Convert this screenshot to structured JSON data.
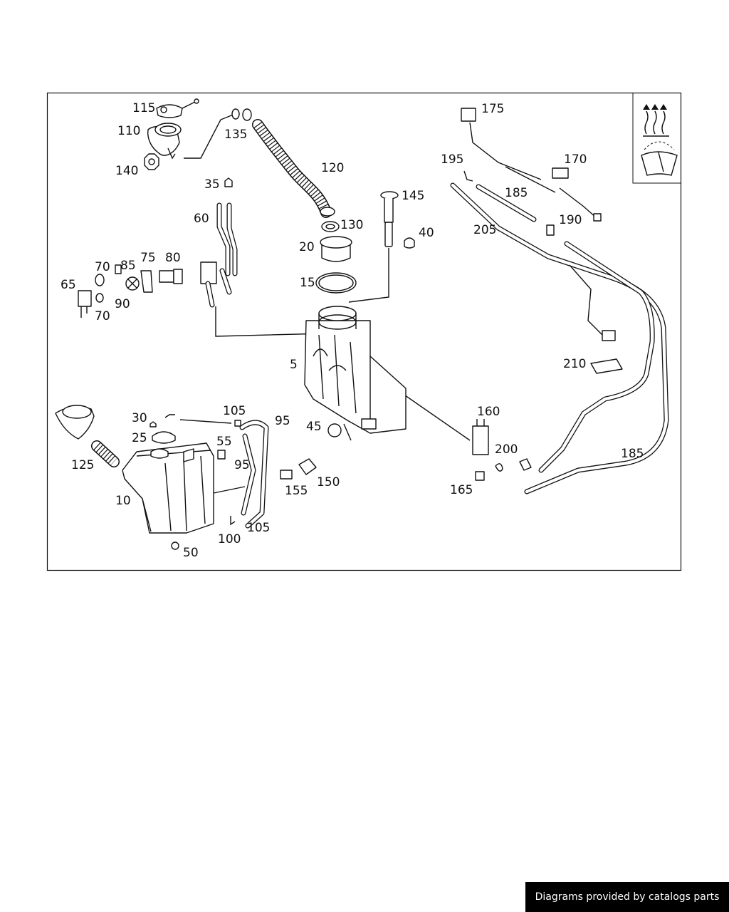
{
  "callouts": [
    "115",
    "110",
    "135",
    "140",
    "120",
    "35",
    "60",
    "145",
    "130",
    "40",
    "20",
    "70",
    "85",
    "75",
    "80",
    "65",
    "90",
    "70",
    "15",
    "5",
    "30",
    "105",
    "95",
    "25",
    "55",
    "45",
    "125",
    "95",
    "155",
    "150",
    "10",
    "100",
    "105",
    "50",
    "175",
    "195",
    "170",
    "185",
    "190",
    "205",
    "210",
    "160",
    "200",
    "185",
    "165"
  ],
  "credit": "Diagrams provided by catalogs parts",
  "icon": "heated-washer-symbol-icon"
}
